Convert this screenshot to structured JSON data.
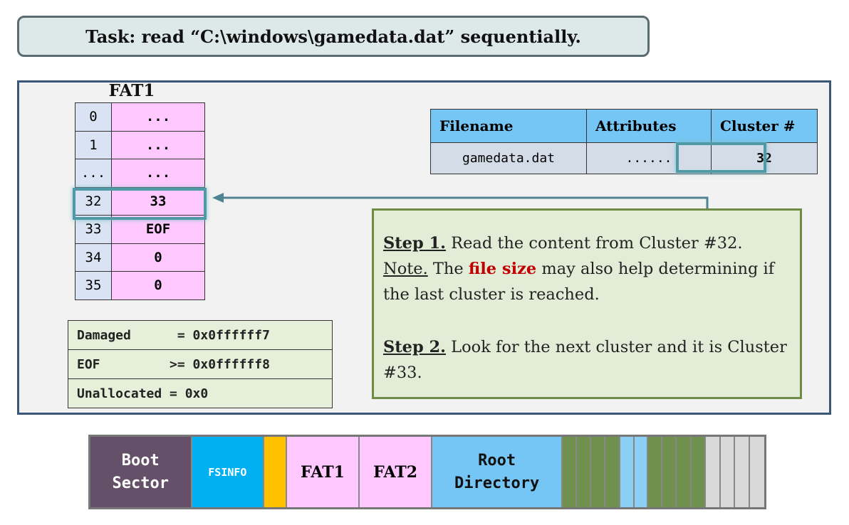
{
  "task": {
    "text": "Task: read “C:\\windows\\gamedata.dat” sequentially."
  },
  "fat": {
    "title": "FAT1",
    "rows": [
      {
        "index": "0",
        "value": "..."
      },
      {
        "index": "1",
        "value": "..."
      },
      {
        "index": "...",
        "value": "..."
      },
      {
        "index": "32",
        "value": "33"
      },
      {
        "index": "33",
        "value": "EOF"
      },
      {
        "index": "34",
        "value": "0"
      },
      {
        "index": "35",
        "value": "0"
      }
    ]
  },
  "legend": {
    "rows": [
      "Damaged      = 0x0ffffff7",
      "EOF         >= 0x0ffffff8",
      "Unallocated = 0x0"
    ]
  },
  "directory": {
    "headers": [
      "Filename",
      "Attributes",
      "Cluster #"
    ],
    "row": [
      "gamedata.dat",
      "......",
      "32"
    ]
  },
  "steps": {
    "step1_head": "Step 1.",
    "step1_text": " Read the content from Cluster #32.",
    "note_head": "Note.",
    "note_pre": " The ",
    "note_highlight": "file size",
    "note_post": " may also help determining if the last cluster is reached.",
    "step2_head": "Step 2.",
    "step2_text": " Look for the next cluster and it is Cluster #33."
  },
  "disk": {
    "boot": [
      "Boot",
      "Sector"
    ],
    "fsinfo": "FSINFO",
    "fat1": "FAT1",
    "fat2": "FAT2",
    "root": [
      "Root",
      "Directory"
    ]
  },
  "colors": {
    "boot": "#65506a",
    "fsinfo": "#00b0f0",
    "reserved": "#ffc000",
    "fat": "#ffc9ff",
    "root": "#75c6f4",
    "data_green": "#70904f",
    "data_blue": "#8ccff5",
    "data_free": "#d9d9d9",
    "highlight": "#4f9aa6",
    "accent_red": "#c00000"
  }
}
